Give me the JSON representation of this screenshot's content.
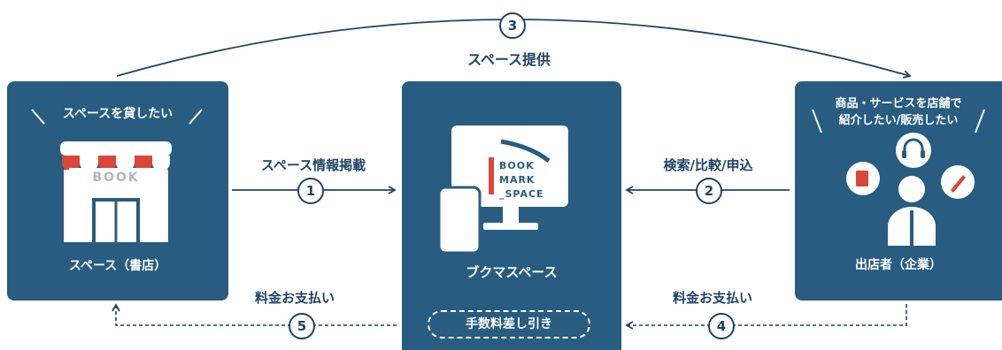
{
  "colors": {
    "navy": "#285c80",
    "text": "#1e4466",
    "red": "#d9473a",
    "white": "#ffffff"
  },
  "left_panel": {
    "bubble_text": "スペースを貸したい",
    "sign_text": "BOOK",
    "caption": "スペース（書店）"
  },
  "center_panel": {
    "logo_lines": [
      "BOOK",
      "MARK",
      "_SPACE"
    ],
    "caption": "ブクマスペース",
    "fee_pill": "手数料差し引き"
  },
  "right_panel": {
    "bubble_line1": "商品・サービスを店舗で",
    "bubble_line2": "紹介したい/販売したい",
    "caption": "出店者（企業）"
  },
  "flows": {
    "step1": {
      "num": "1",
      "label": "スペース情報掲載"
    },
    "step2": {
      "num": "2",
      "label": "検索/比較/申込"
    },
    "step3": {
      "num": "3",
      "label": "スペース提供"
    },
    "step4": {
      "num": "4",
      "label": "料金お支払い"
    },
    "step5": {
      "num": "5",
      "label": "料金お支払い"
    }
  }
}
